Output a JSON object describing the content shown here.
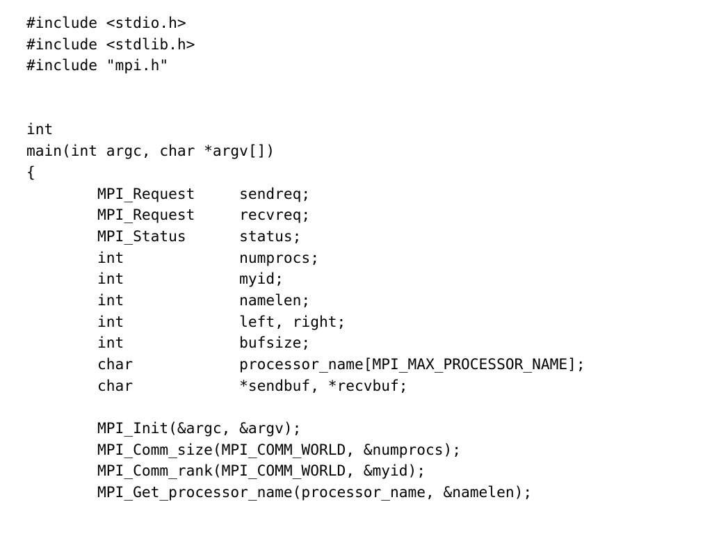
{
  "code_lines": [
    "#include <stdio.h>",
    "#include <stdlib.h>",
    "#include \"mpi.h\"",
    "",
    "",
    "int",
    "main(int argc, char *argv[])",
    "{",
    "        MPI_Request     sendreq;",
    "        MPI_Request     recvreq;",
    "        MPI_Status      status;",
    "        int             numprocs;",
    "        int             myid;",
    "        int             namelen;",
    "        int             left, right;",
    "        int             bufsize;",
    "        char            processor_name[MPI_MAX_PROCESSOR_NAME];",
    "        char            *sendbuf, *recvbuf;",
    "",
    "        MPI_Init(&argc, &argv);",
    "        MPI_Comm_size(MPI_COMM_WORLD, &numprocs);",
    "        MPI_Comm_rank(MPI_COMM_WORLD, &myid);",
    "        MPI_Get_processor_name(processor_name, &namelen);"
  ]
}
